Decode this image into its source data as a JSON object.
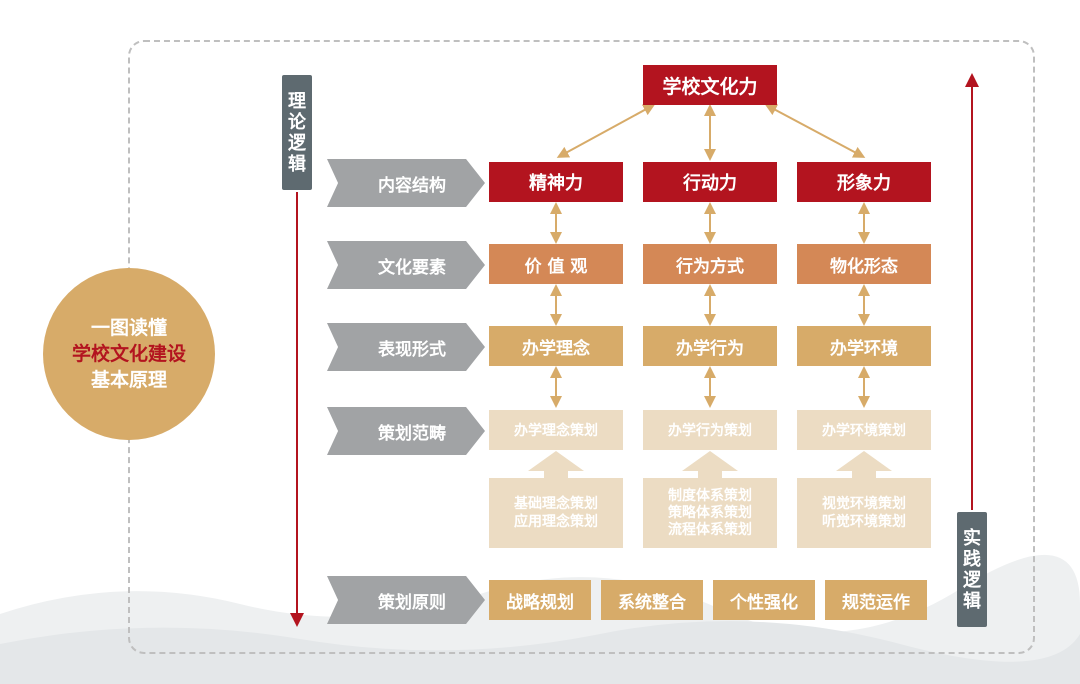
{
  "center_circle": {
    "line1": "一图读懂",
    "line2": "学校文化建设",
    "line3": "基本原理"
  },
  "side_labels": {
    "theory": "理论逻辑",
    "practice": "实践逻辑"
  },
  "top_box": "学校文化力",
  "row_labels": [
    "内容结构",
    "文化要素",
    "表现形式",
    "策划范畴",
    "策划原则"
  ],
  "columns": [
    {
      "structure": "精神力",
      "element": "价 值 观",
      "form": "办学理念",
      "category": "办学理念策划",
      "details": [
        "基础理念策划",
        "应用理念策划"
      ]
    },
    {
      "structure": "行动力",
      "element": "行为方式",
      "form": "办学行为",
      "category": "办学行为策划",
      "details": [
        "制度体系策划",
        "策略体系策划",
        "流程体系策划"
      ]
    },
    {
      "structure": "形象力",
      "element": "物化形态",
      "form": "办学环境",
      "category": "办学环境策划",
      "details": [
        "视觉环境策划",
        "听觉环境策划"
      ]
    }
  ],
  "principles": [
    "战略规划",
    "系统整合",
    "个性强化",
    "规范运作"
  ],
  "colors": {
    "red": "#b3141f",
    "orange": "#d48856",
    "gold": "#d7ab69",
    "pale": "#ecdcc3",
    "gray": "#a1a3a5",
    "slate": "#5e6a70"
  }
}
